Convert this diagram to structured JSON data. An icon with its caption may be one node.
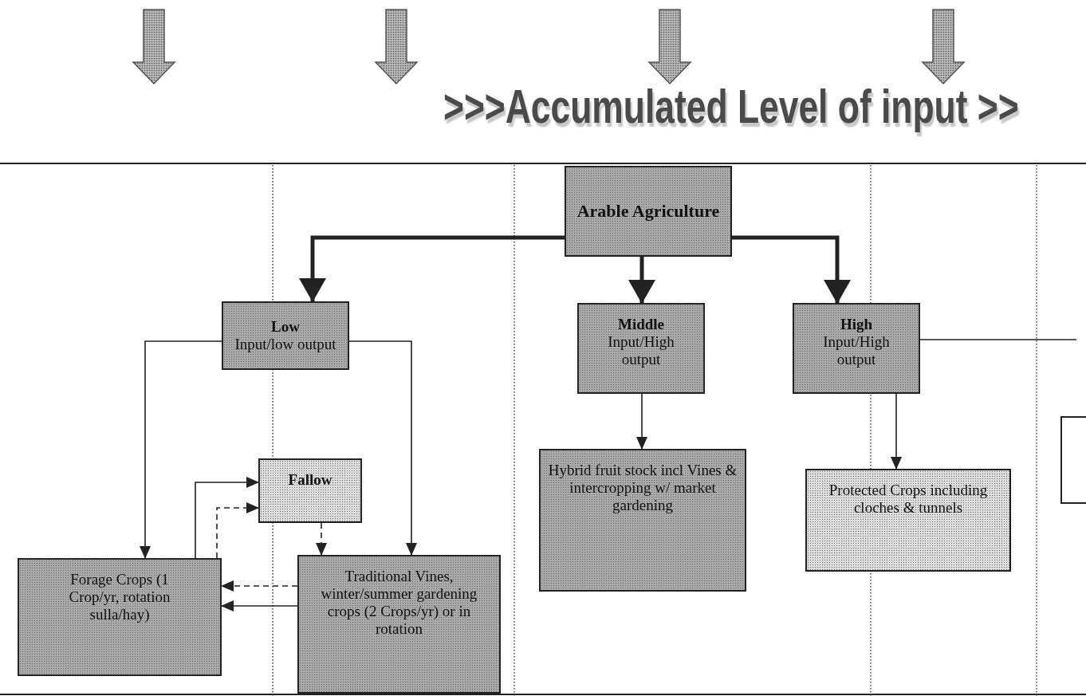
{
  "diagram": {
    "title": ">>>Accumulated Level of input >>",
    "nodes": [
      {
        "text": [
          "Arable Agriculture"
        ]
      },
      {
        "text": [
          "Low",
          "Input/low output"
        ]
      },
      {
        "text": [
          "Middle",
          "Input/High output"
        ]
      },
      {
        "text": [
          "High",
          "Input/High output"
        ]
      },
      {
        "text": [
          "Fallow"
        ]
      },
      {
        "text": [
          "Forage Crops (1 Crop/yr, rotation sulla/hay)"
        ]
      },
      {
        "text": [
          "Traditional Vines, winter/summer gardening crops (2 Crops/yr) or in rotation"
        ]
      },
      {
        "text": [
          "Hybrid fruit stock incl Vines & intercropping w/ market gardening"
        ]
      },
      {
        "text": [
          "Protected Crops including cloches & tunnels"
        ]
      },
      {
        "text": [],
        "shape": "box"
      }
    ],
    "edges": [
      {
        "from": 0,
        "to": 1,
        "arrow": "to",
        "style": "thick"
      },
      {
        "from": 0,
        "to": 2,
        "arrow": "to",
        "style": "thick"
      },
      {
        "from": 0,
        "to": 3,
        "arrow": "to",
        "style": "thick"
      },
      {
        "from": 1,
        "to": 5,
        "arrow": "to"
      },
      {
        "from": 1,
        "to": 6,
        "arrow": "to"
      },
      {
        "from": 2,
        "to": 7,
        "arrow": "to"
      },
      {
        "from": 3,
        "to": 8,
        "arrow": "to"
      },
      {
        "from": 5,
        "to": 4,
        "arrow": "to"
      },
      {
        "from": 5,
        "to": 4,
        "arrow": "to",
        "style": "dashed"
      },
      {
        "from": 4,
        "to": 6,
        "arrow": "to",
        "style": "dashed"
      },
      {
        "from": 6,
        "to": 5,
        "arrow": "to",
        "style": "dashed"
      },
      {
        "from": 6,
        "to": 5,
        "arrow": "to"
      },
      {
        "from": 3,
        "to": null,
        "arrow": "none"
      }
    ]
  }
}
